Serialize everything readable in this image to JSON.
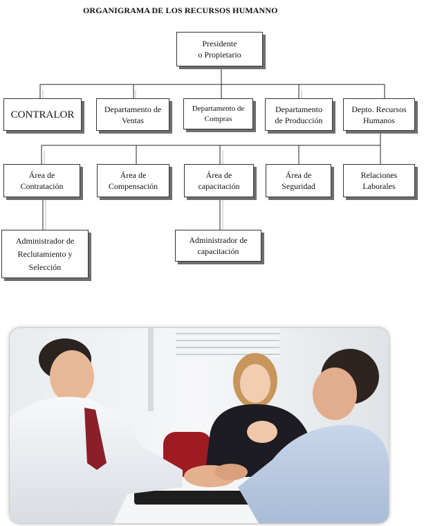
{
  "title": "ORGANIGRAMA DE LOS RECURSOS HUMANNO",
  "root": "Presidente\no Propietario",
  "departments": [
    "CONTRALOR",
    "Departamento de\nVentas",
    "Departamento de\nCompras",
    "Departamento\nde Producción",
    "Depto. Recursos\nHumanos"
  ],
  "areas": [
    "Área de\nContratación",
    "Área de\nCompensación",
    "Área de\ncapacitación",
    "Área de\nSeguridad",
    "Relaciones\nLaborales"
  ],
  "subunits": [
    "Administrador de\nReclutamiento y\nSelección",
    "Administrador de\ncapacitación"
  ]
}
